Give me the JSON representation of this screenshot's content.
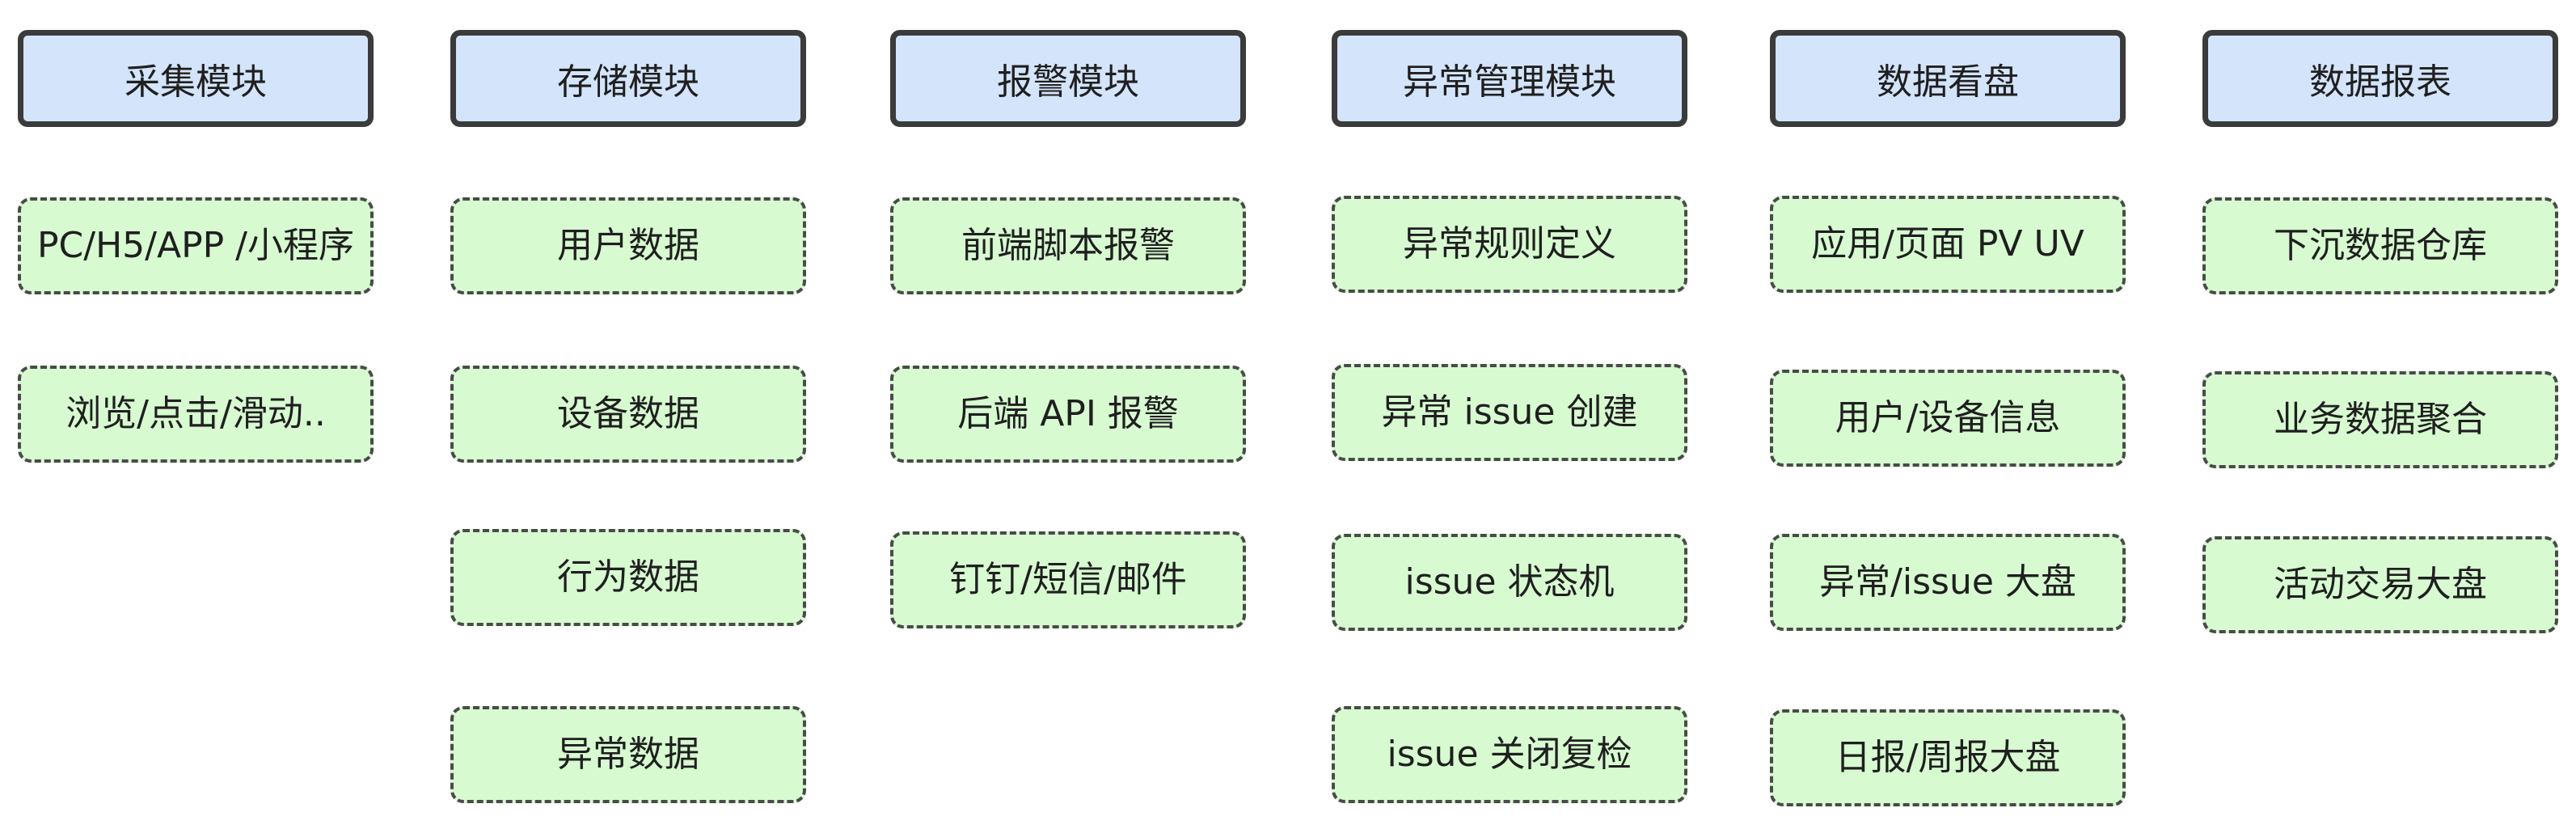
{
  "colors": {
    "header_fill": "#d4e4fb",
    "item_fill": "#d7fad1",
    "border": "#3b3b3b"
  },
  "columns": [
    {
      "title": "采集模块",
      "items": [
        "PC/H5/APP /小程序",
        "浏览/点击/滑动.."
      ]
    },
    {
      "title": "存储模块",
      "items": [
        "用户数据",
        "设备数据",
        "行为数据",
        "异常数据"
      ]
    },
    {
      "title": "报警模块",
      "items": [
        "前端脚本报警",
        "后端 API 报警",
        "钉钉/短信/邮件"
      ]
    },
    {
      "title": "异常管理模块",
      "items": [
        "异常规则定义",
        "异常 issue 创建",
        "issue 状态机",
        "issue 关闭复检"
      ]
    },
    {
      "title": "数据看盘",
      "items": [
        "应用/页面 PV UV",
        "用户/设备信息",
        "异常/issue 大盘",
        "日报/周报大盘"
      ]
    },
    {
      "title": "数据报表",
      "items": [
        "下沉数据仓库",
        "业务数据聚合",
        "活动交易大盘"
      ]
    }
  ]
}
